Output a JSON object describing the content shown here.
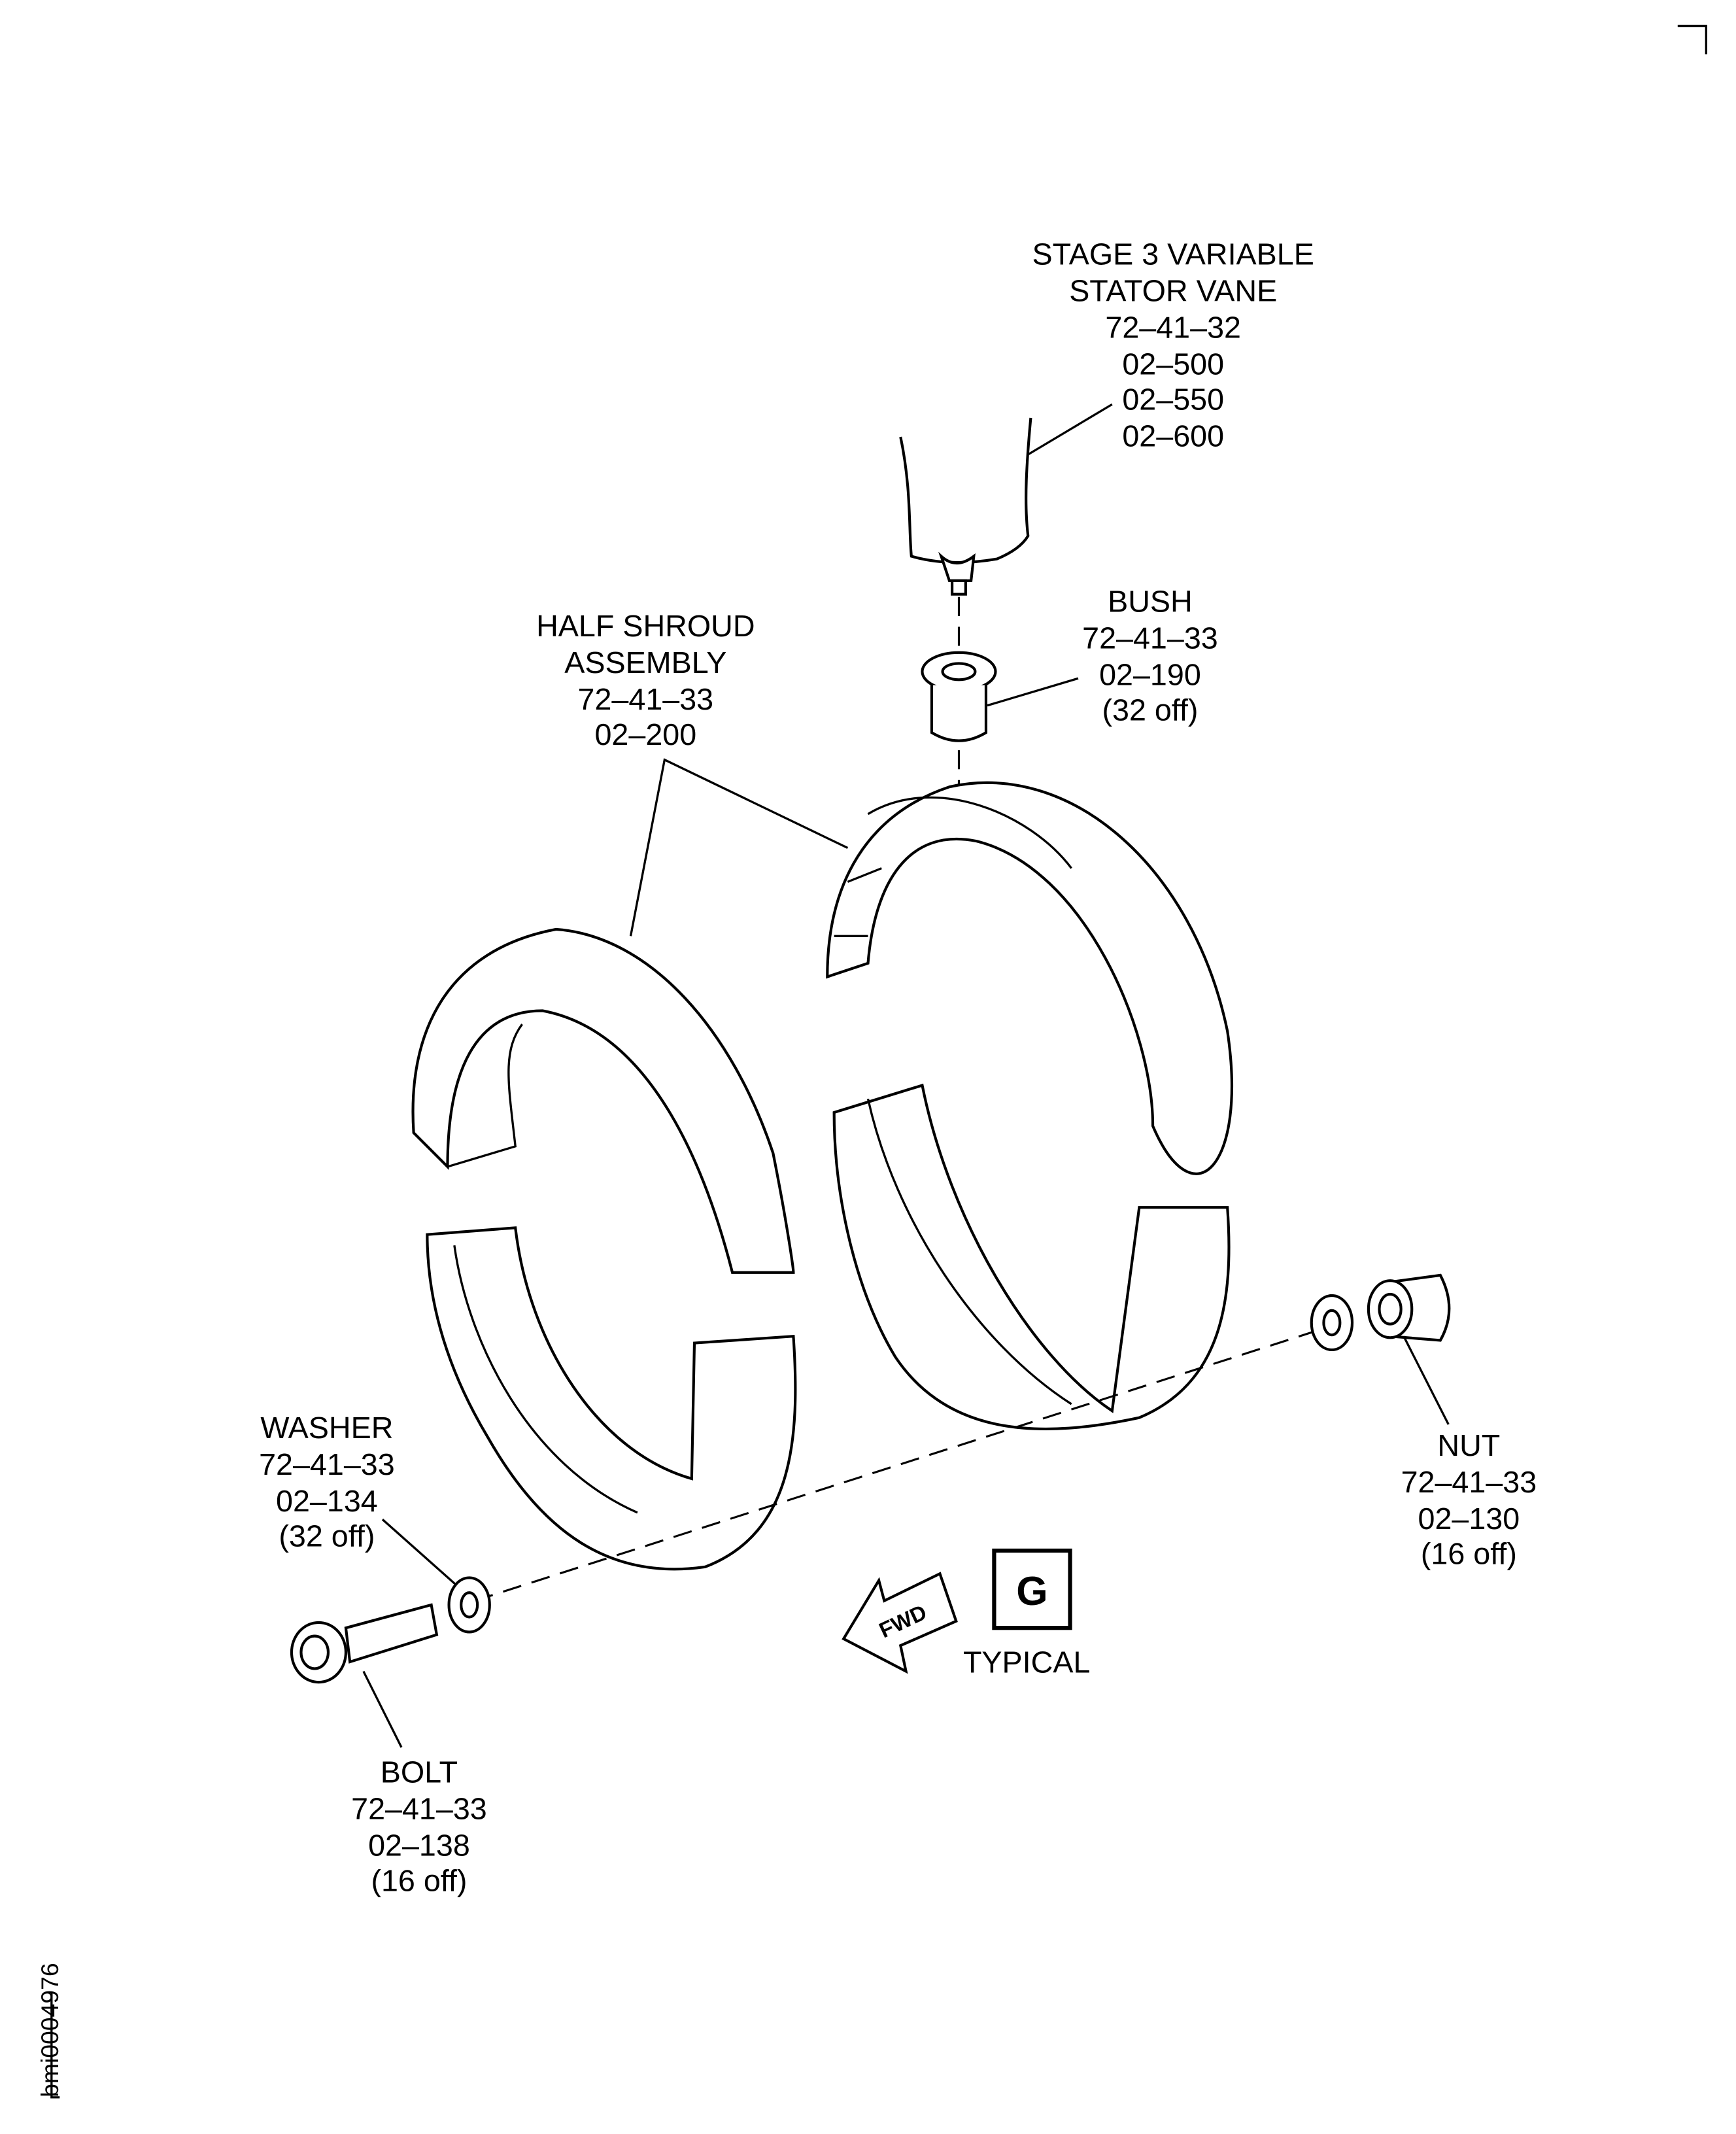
{
  "labels": {
    "stator_vane": [
      "STAGE 3 VARIABLE",
      "STATOR VANE",
      "72–41–32",
      "02–500",
      "02–550",
      "02–600"
    ],
    "bush": [
      "BUSH",
      "72–41–33",
      "02–190",
      "(32 off)"
    ],
    "half_shroud": [
      "HALF SHROUD",
      "ASSEMBLY",
      "72–41–33",
      "02–200"
    ],
    "washer": [
      "WASHER",
      "72–41–33",
      "02–134",
      "(32 off)"
    ],
    "nut": [
      "NUT",
      "72–41–33",
      "02–130",
      "(16 off)"
    ],
    "bolt": [
      "BOLT",
      "72–41–33",
      "02–138",
      "(16 off)"
    ]
  },
  "view_marker": {
    "letter": "G",
    "caption": "TYPICAL"
  },
  "fwd_arrow": "FWD",
  "figure_id": "bmi0004976"
}
